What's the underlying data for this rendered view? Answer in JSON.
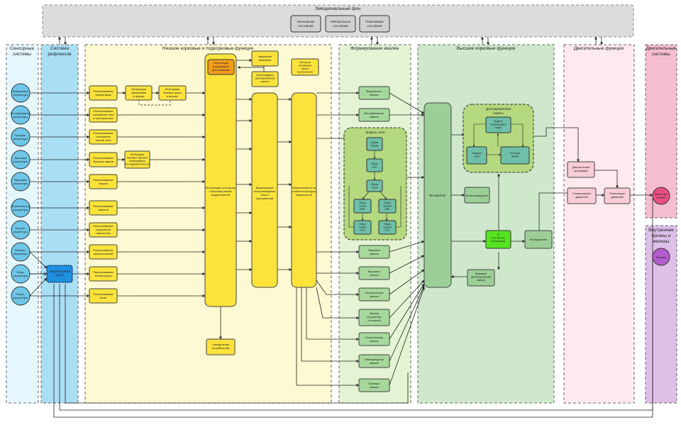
{
  "emotional": {
    "title": "Эмоциональный фон",
    "states": [
      [
        "Негативные",
        "состояния"
      ],
      [
        "Нейтральные",
        "состояния"
      ],
      [
        "Позитивные",
        "состояния"
      ]
    ]
  },
  "columns": {
    "sensory": [
      "Сенсорные",
      "системы"
    ],
    "reflex": [
      "Система",
      "рефлексов"
    ],
    "lower": "Низшие корковые и подкорковые функции",
    "qualia": "Формирование квалиа",
    "higher": "Высшие корковые функции",
    "motor": "Двигательные функции",
    "executive": [
      "Двигательные",
      "системы"
    ],
    "internal": [
      "Внутренние",
      "органы и",
      "железы"
    ]
  },
  "sensors": [
    [
      "Визуальные",
      "рецепторы"
    ],
    [
      "Вестибулярные",
      "рецепторы"
    ],
    [
      "Проприо-",
      "рецепторы"
    ],
    [
      "Звуковые",
      "рецепторы"
    ],
    [
      "Вкусовые",
      "рецепторы"
    ],
    [
      "Обонятельные",
      "рецепторы"
    ],
    [
      "Интеро-",
      "рецепторы"
    ],
    [
      "Механо-",
      "рецепторы"
    ],
    [
      "Ноци-",
      "рецепторы"
    ],
    [
      "Термо-",
      "рецепторы"
    ]
  ],
  "reflex_center": [
    "Рефлекторный",
    "центр"
  ],
  "recognition": [
    [
      "Распознавание",
      "примитивов"
    ],
    [
      "Распознавание",
      "положения тела",
      "в пространстве"
    ],
    [
      "Распознавание",
      "положения",
      "частей тела"
    ],
    [
      "Распознавание",
      "базовых звуков"
    ],
    [
      "Распознавание",
      "вкусов"
    ],
    [
      "Распознавание",
      "запахов"
    ],
    [
      "Распознавание",
      "нарушений",
      "гомеостаза"
    ],
    [
      "Распознавание",
      "прикосновений"
    ],
    [
      "Распознавание",
      "температуры"
    ],
    [
      "Распознавание",
      "боли"
    ]
  ],
  "integration_primitives": [
    "Интеграция",
    "примитивов",
    "в формы"
  ],
  "integration_forms": [
    "Интеграция",
    "базовых форм",
    "в формы"
  ],
  "integration_sounds": [
    "Интеграция",
    "базовых звуков в",
    "непрерывные",
    "последовательности"
  ],
  "integration_main": [
    "Интеграция",
    "информации",
    "для внимания"
  ],
  "integration_column": [
    "Интеграция сенсорных",
    "сигналов разных",
    "модальностей"
  ],
  "retention": [
    "Удержание",
    "внимания"
  ],
  "body_control": [
    "Контроль",
    "положения",
    "тела в",
    "пространстве"
  ],
  "consolidation": [
    "Консолидация",
    "долговременной",
    "памяти"
  ],
  "vis_column": [
    "Визуализация",
    "воспроизведения",
    "тела и",
    "пространства"
  ],
  "switch_column": [
    "Переключатель по",
    "сложности/ресурсу",
    "модальности"
  ],
  "needs": [
    "Определение",
    "потребностей"
  ],
  "body_model": {
    "title": "Модель тела",
    "items": [
      [
        "Образ",
        "головы"
      ],
      [
        "Образ",
        "шеи"
      ],
      [
        "Образ",
        "торса"
      ],
      [
        "Образ",
        "левой",
        "руки"
      ],
      [
        "Образ",
        "правой",
        "руки"
      ],
      [
        "Образ",
        "левой",
        "ноги"
      ],
      [
        "Образ",
        "правой",
        "ноги"
      ]
    ]
  },
  "qualia": [
    [
      "Визуальные",
      "квалиа"
    ],
    [
      "Вестибулярные",
      "квалиа"
    ],
    [
      "Звуковые",
      "квалиа"
    ],
    [
      "Вкусовые",
      "квалиа"
    ],
    [
      "Обонятельные",
      "квалиа"
    ],
    [
      "Квалиа",
      "внутренних",
      "состояний"
    ],
    [
      "Осязательные",
      "квалиа"
    ],
    [
      "Температурные",
      "квалиа"
    ],
    [
      "Болевые",
      "квалиа"
    ]
  ],
  "perception": "Восприятие",
  "long_memory": {
    "title": [
      "Долговременная",
      "память"
    ],
    "world": [
      "Модель",
      "окружающего",
      "мира"
    ],
    "self": [
      "Модель",
      "себя"
    ],
    "history": [
      "История",
      "жизни"
    ]
  },
  "reproduction": "Воспроизведение",
  "ego": [
    "Я",
    "(что бы это",
    "ни значило)"
  ],
  "attention": [
    "Внимание",
    "(кратковременная",
    "память)"
  ],
  "imagination": "Воображение",
  "motor_programs": [
    "Двигательные",
    "программы"
  ],
  "planning": [
    "Планирование",
    "движений"
  ],
  "realization": [
    "Реализация",
    "движений"
  ],
  "skeletal": [
    "Скелетные",
    "мышцы"
  ],
  "glands": "Железы",
  "colors": {
    "emotional_bg": "#dcdcdc",
    "sensory_bg": "#e5f7fd",
    "reflex_bg": "#a9dff4",
    "lower_bg": "#fdf9d2",
    "qualia_bg": "#e4f3d4",
    "higher_bg": "#cfe8cc",
    "motor_bg": "#fde9ee",
    "executive_bg": "#f5bdd0",
    "internal_bg": "#ddbfe8",
    "yellow_node": "#fbe33c",
    "orange_node": "#f39c1c",
    "green_node": "#a6d89c",
    "bright_green": "#56e322",
    "pink_node": "#f8cdd5"
  }
}
